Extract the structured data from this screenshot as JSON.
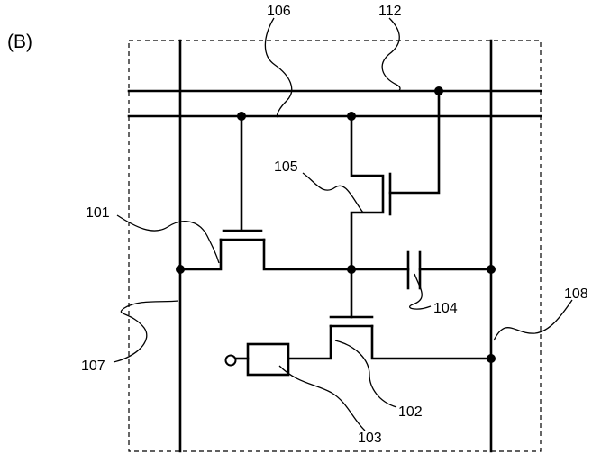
{
  "figure": {
    "panel_label": "(B)",
    "labels": {
      "l106": "106",
      "l112": "112",
      "l105": "105",
      "l101": "101",
      "l104": "104",
      "l108": "108",
      "l107": "107",
      "l102": "102",
      "l103": "103"
    }
  }
}
